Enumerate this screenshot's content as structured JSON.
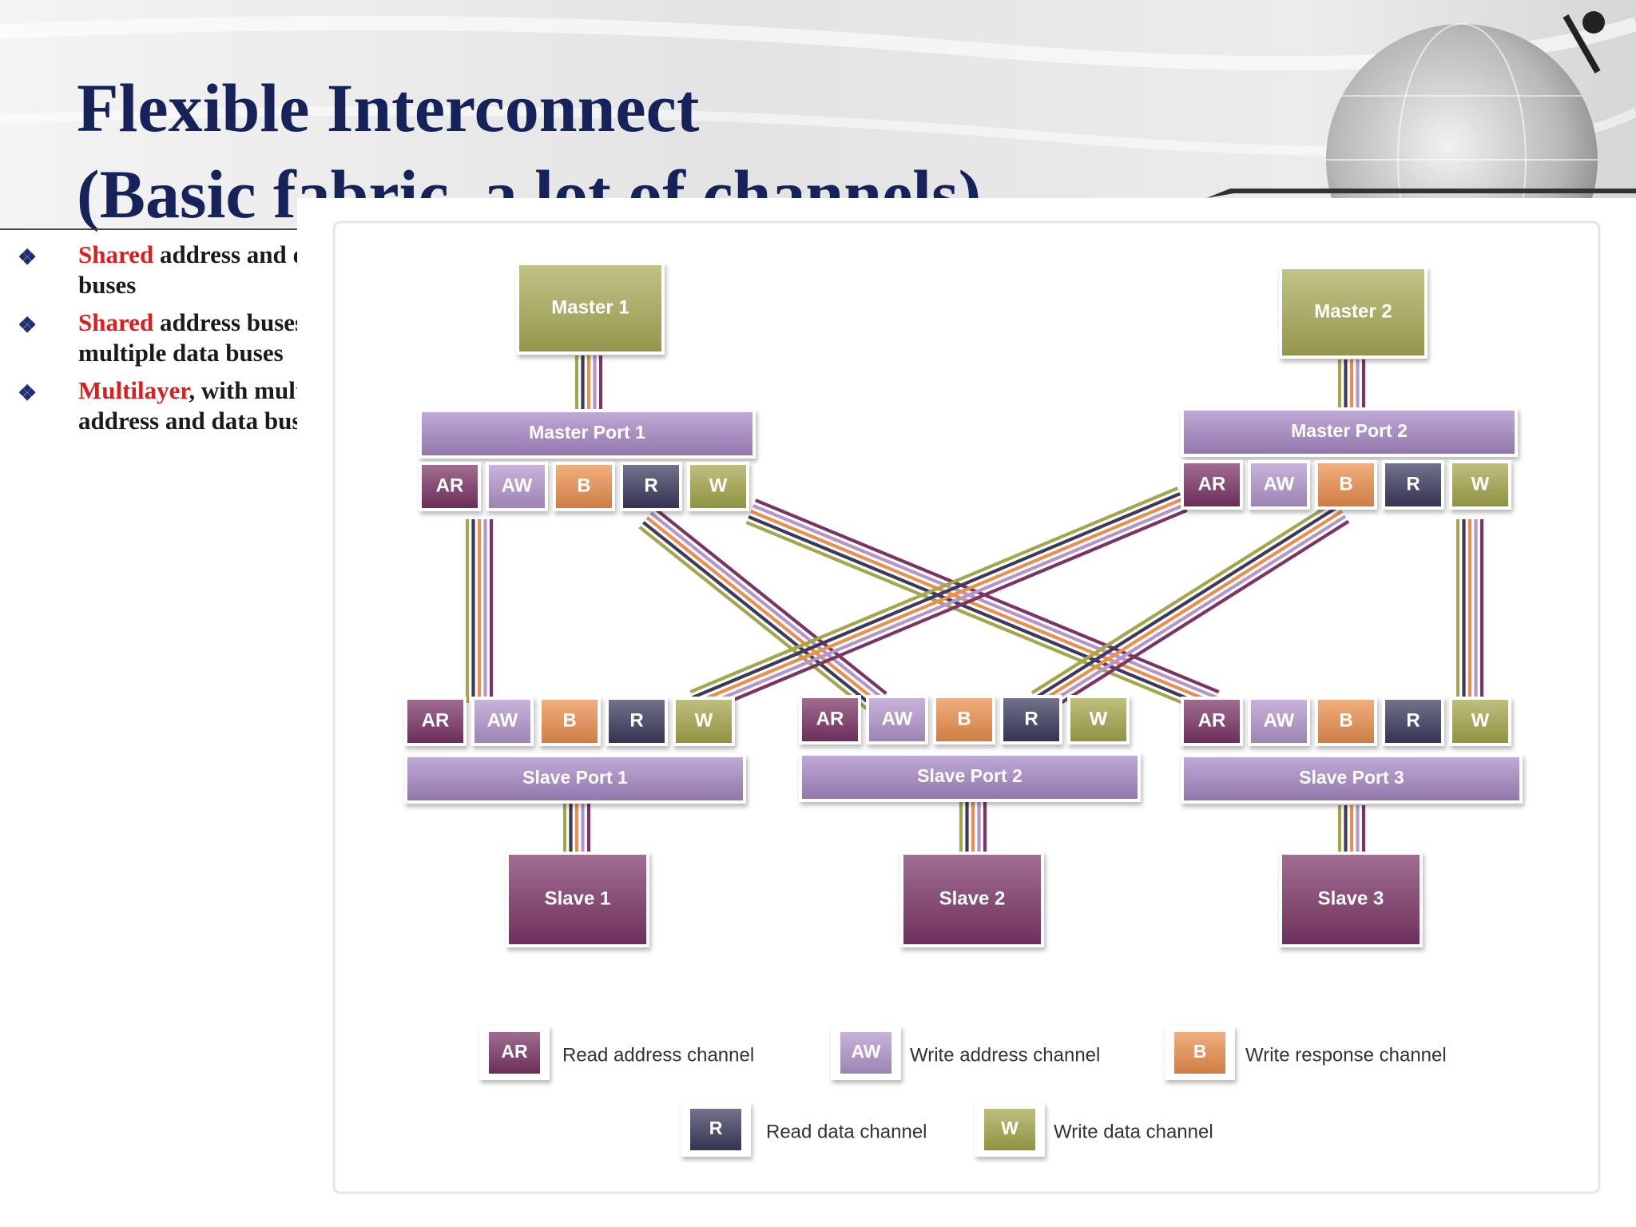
{
  "slide": {
    "title_line1": "Flexible Interconnect",
    "title_line2": "(Basic fabric, a lot of channels)",
    "bullets": [
      {
        "accent": "Shared",
        "rest": " address and data buses"
      },
      {
        "accent": "Shared",
        "rest": " address buses and multiple data buses"
      },
      {
        "accent": "Multilayer",
        "rest": ", with multiple address and data buses"
      }
    ]
  },
  "diagram": {
    "masters": [
      "Master 1",
      "Master 2"
    ],
    "master_ports": [
      "Master Port 1",
      "Master Port 2"
    ],
    "slave_ports": [
      "Slave Port 1",
      "Slave Port 2",
      "Slave Port 3"
    ],
    "slaves": [
      "Slave 1",
      "Slave 2",
      "Slave 3"
    ],
    "channels": [
      {
        "code": "AR",
        "name": "Read address channel",
        "color": "#7b3466"
      },
      {
        "code": "AW",
        "name": "Write address channel",
        "color": "#b296cc"
      },
      {
        "code": "B",
        "name": "Write response channel",
        "color": "#ea8f4d"
      },
      {
        "code": "R",
        "name": "Read data channel",
        "color": "#3b3b5e"
      },
      {
        "code": "W",
        "name": "Write data channel",
        "color": "#a4a64c"
      }
    ],
    "colors": {
      "master": "#a9ab58",
      "port_bar": "#a687c5",
      "slave": "#7d3667",
      "title": "#16235a",
      "accent": "#e01b1b"
    }
  }
}
